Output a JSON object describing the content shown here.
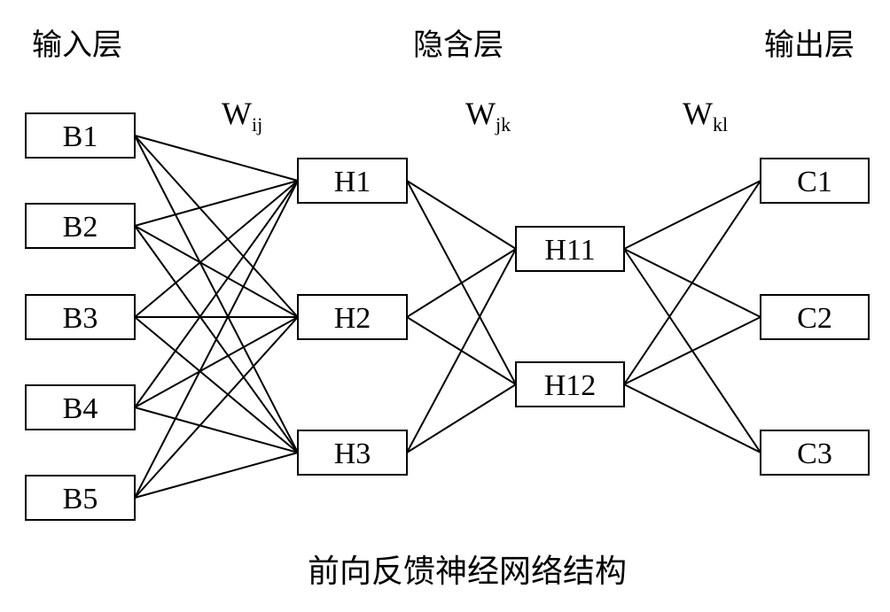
{
  "layers": {
    "input": {
      "title": "输入层",
      "nodes": [
        "B1",
        "B2",
        "B3",
        "B4",
        "B5"
      ]
    },
    "hidden": {
      "title": "隐含层",
      "nodes": [
        "H1",
        "H2",
        "H3"
      ]
    },
    "hidden2": {
      "nodes": [
        "H11",
        "H12"
      ]
    },
    "output": {
      "title": "输出层",
      "nodes": [
        "C1",
        "C2",
        "C3"
      ]
    }
  },
  "weights": {
    "ij": {
      "main": "W",
      "sub": "ij"
    },
    "jk": {
      "main": "W",
      "sub": "jk"
    },
    "kl": {
      "main": "W",
      "sub": "kl"
    }
  },
  "caption": "前向反馈神经网络结构",
  "colors": {
    "stroke": "#000000",
    "background": "#ffffff"
  }
}
